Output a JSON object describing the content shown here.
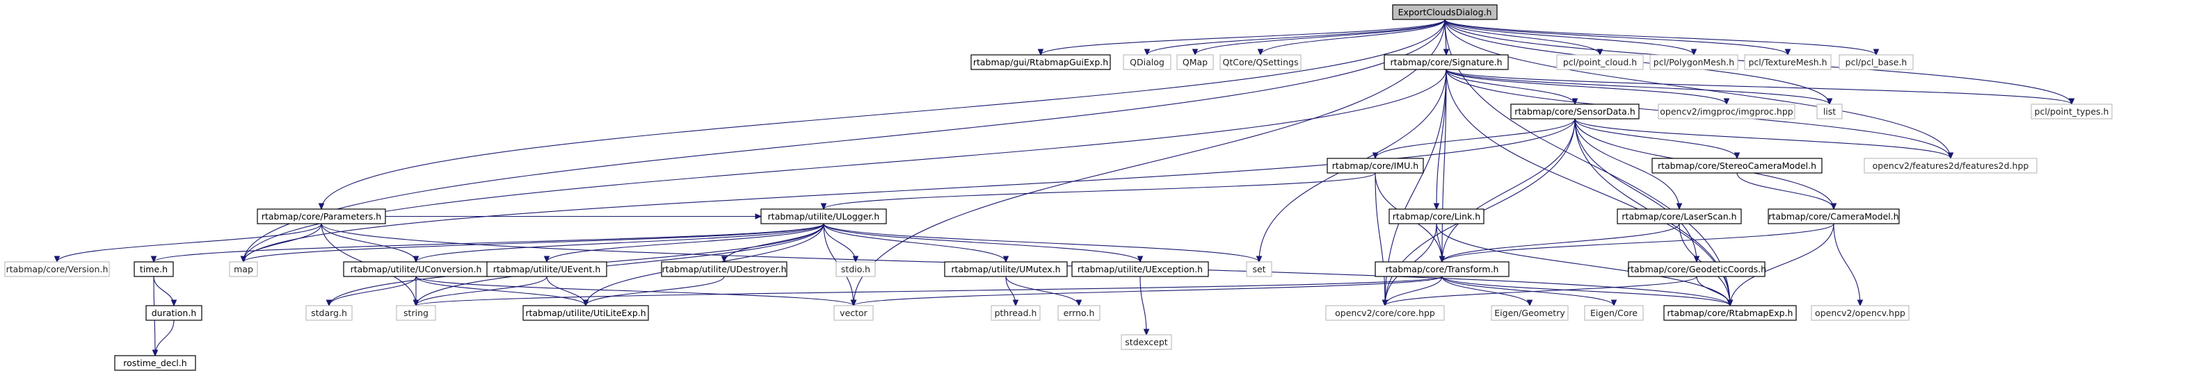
{
  "colors": {
    "edge": "#191970",
    "root_fill": "#bfbfbf",
    "documented_border": "#000000",
    "external_border": "#bfbfbf"
  },
  "nodes": [
    {
      "id": "root",
      "label": "ExportCloudsDialog.h",
      "kind": "root"
    },
    {
      "id": "guiexp",
      "label": "rtabmap/gui/RtabmapGuiExp.h",
      "kind": "doc"
    },
    {
      "id": "qdialog",
      "label": "QDialog",
      "kind": "ext"
    },
    {
      "id": "qmap",
      "label": "QMap",
      "kind": "ext"
    },
    {
      "id": "qsettings",
      "label": "QtCore/QSettings",
      "kind": "ext"
    },
    {
      "id": "signature",
      "label": "rtabmap/core/Signature.h",
      "kind": "doc"
    },
    {
      "id": "pclcloud",
      "label": "pcl/point_cloud.h",
      "kind": "ext"
    },
    {
      "id": "pclpoly",
      "label": "pcl/PolygonMesh.h",
      "kind": "ext"
    },
    {
      "id": "pcltex",
      "label": "pcl/TextureMesh.h",
      "kind": "ext"
    },
    {
      "id": "pclbase",
      "label": "pcl/pcl_base.h",
      "kind": "ext"
    },
    {
      "id": "sensordata",
      "label": "rtabmap/core/SensorData.h",
      "kind": "doc"
    },
    {
      "id": "imgproc",
      "label": "opencv2/imgproc/imgproc.hpp",
      "kind": "ext"
    },
    {
      "id": "list",
      "label": "list",
      "kind": "ext"
    },
    {
      "id": "pcltypes",
      "label": "pcl/point_types.h",
      "kind": "ext"
    },
    {
      "id": "features2d",
      "label": "opencv2/features2d/features2d.hpp",
      "kind": "ext"
    },
    {
      "id": "imu",
      "label": "rtabmap/core/IMU.h",
      "kind": "doc"
    },
    {
      "id": "stereocam",
      "label": "rtabmap/core/StereoCameraModel.h",
      "kind": "doc"
    },
    {
      "id": "params",
      "label": "rtabmap/core/Parameters.h",
      "kind": "doc"
    },
    {
      "id": "ulogger",
      "label": "rtabmap/utilite/ULogger.h",
      "kind": "doc"
    },
    {
      "id": "link",
      "label": "rtabmap/core/Link.h",
      "kind": "doc"
    },
    {
      "id": "laserscan",
      "label": "rtabmap/core/LaserScan.h",
      "kind": "doc"
    },
    {
      "id": "cameramodel",
      "label": "rtabmap/core/CameraModel.h",
      "kind": "doc"
    },
    {
      "id": "version",
      "label": "rtabmap/core/Version.h",
      "kind": "ext"
    },
    {
      "id": "timeh",
      "label": "time.h",
      "kind": "doc"
    },
    {
      "id": "map",
      "label": "map",
      "kind": "ext"
    },
    {
      "id": "uconversion",
      "label": "rtabmap/utilite/UConversion.h",
      "kind": "doc"
    },
    {
      "id": "uevent",
      "label": "rtabmap/utilite/UEvent.h",
      "kind": "doc"
    },
    {
      "id": "udestroyer",
      "label": "rtabmap/utilite/UDestroyer.h",
      "kind": "doc"
    },
    {
      "id": "stdio",
      "label": "stdio.h",
      "kind": "ext"
    },
    {
      "id": "umutex",
      "label": "rtabmap/utilite/UMutex.h",
      "kind": "doc"
    },
    {
      "id": "uexception",
      "label": "rtabmap/utilite/UException.h",
      "kind": "doc"
    },
    {
      "id": "set",
      "label": "set",
      "kind": "ext"
    },
    {
      "id": "transform",
      "label": "rtabmap/core/Transform.h",
      "kind": "doc"
    },
    {
      "id": "geodetic",
      "label": "rtabmap/core/GeodeticCoords.h",
      "kind": "doc"
    },
    {
      "id": "opencvhpp",
      "label": "opencv2/opencv.hpp",
      "kind": "ext"
    },
    {
      "id": "duration",
      "label": "duration.h",
      "kind": "doc"
    },
    {
      "id": "stdarg",
      "label": "stdarg.h",
      "kind": "ext"
    },
    {
      "id": "string",
      "label": "string",
      "kind": "ext"
    },
    {
      "id": "utilite",
      "label": "rtabmap/utilite/UtiLiteExp.h",
      "kind": "doc"
    },
    {
      "id": "vector",
      "label": "vector",
      "kind": "ext"
    },
    {
      "id": "pthread",
      "label": "pthread.h",
      "kind": "ext"
    },
    {
      "id": "errno",
      "label": "errno.h",
      "kind": "ext"
    },
    {
      "id": "stdexcept",
      "label": "stdexcept",
      "kind": "ext"
    },
    {
      "id": "opencvcore",
      "label": "opencv2/core/core.hpp",
      "kind": "ext"
    },
    {
      "id": "eigengeo",
      "label": "Eigen/Geometry",
      "kind": "ext"
    },
    {
      "id": "eigencore",
      "label": "Eigen/Core",
      "kind": "ext"
    },
    {
      "id": "rtabmapexp",
      "label": "rtabmap/core/RtabmapExp.h",
      "kind": "doc"
    },
    {
      "id": "rostime",
      "label": "rostime_decl.h",
      "kind": "doc"
    }
  ],
  "edges": [
    [
      "root",
      "guiexp"
    ],
    [
      "root",
      "qdialog"
    ],
    [
      "root",
      "qmap"
    ],
    [
      "root",
      "qsettings"
    ],
    [
      "root",
      "signature"
    ],
    [
      "root",
      "pclcloud"
    ],
    [
      "root",
      "pclpoly"
    ],
    [
      "root",
      "pcltex"
    ],
    [
      "root",
      "pclbase"
    ],
    [
      "root",
      "pcltypes"
    ],
    [
      "root",
      "params"
    ],
    [
      "root",
      "map"
    ],
    [
      "root",
      "vector"
    ],
    [
      "root",
      "features2d"
    ],
    [
      "root",
      "rtabmapexp"
    ],
    [
      "root",
      "list"
    ],
    [
      "signature",
      "sensordata"
    ],
    [
      "signature",
      "imgproc"
    ],
    [
      "signature",
      "list"
    ],
    [
      "signature",
      "pcltypes"
    ],
    [
      "signature",
      "features2d"
    ],
    [
      "signature",
      "link"
    ],
    [
      "signature",
      "transform"
    ],
    [
      "signature",
      "set"
    ],
    [
      "signature",
      "opencvcore"
    ],
    [
      "signature",
      "rtabmapexp"
    ],
    [
      "signature",
      "map"
    ],
    [
      "sensordata",
      "imu"
    ],
    [
      "sensordata",
      "stereocam"
    ],
    [
      "sensordata",
      "laserscan"
    ],
    [
      "sensordata",
      "cameramodel"
    ],
    [
      "sensordata",
      "geodetic"
    ],
    [
      "sensordata",
      "transform"
    ],
    [
      "sensordata",
      "opencvcore"
    ],
    [
      "sensordata",
      "features2d"
    ],
    [
      "sensordata",
      "rtabmapexp"
    ],
    [
      "sensordata",
      "map"
    ],
    [
      "imu",
      "ulogger"
    ],
    [
      "imu",
      "opencvcore"
    ],
    [
      "imu",
      "transform"
    ],
    [
      "stereocam",
      "cameramodel"
    ],
    [
      "params",
      "version"
    ],
    [
      "params",
      "map"
    ],
    [
      "params",
      "string"
    ],
    [
      "params",
      "uconversion"
    ],
    [
      "params",
      "ulogger"
    ],
    [
      "params",
      "rtabmapexp"
    ],
    [
      "ulogger",
      "timeh"
    ],
    [
      "ulogger",
      "map"
    ],
    [
      "ulogger",
      "uconversion"
    ],
    [
      "ulogger",
      "uevent"
    ],
    [
      "ulogger",
      "udestroyer"
    ],
    [
      "ulogger",
      "stdio"
    ],
    [
      "ulogger",
      "umutex"
    ],
    [
      "ulogger",
      "uexception"
    ],
    [
      "ulogger",
      "set"
    ],
    [
      "ulogger",
      "stdarg"
    ],
    [
      "ulogger",
      "string"
    ],
    [
      "ulogger",
      "utilite"
    ],
    [
      "ulogger",
      "vector"
    ],
    [
      "link",
      "transform"
    ],
    [
      "link",
      "opencvcore"
    ],
    [
      "link",
      "rtabmapexp"
    ],
    [
      "laserscan",
      "transform"
    ],
    [
      "laserscan",
      "rtabmapexp"
    ],
    [
      "cameramodel",
      "transform"
    ],
    [
      "cameramodel",
      "opencvhpp"
    ],
    [
      "cameramodel",
      "rtabmapexp"
    ],
    [
      "timeh",
      "duration"
    ],
    [
      "timeh",
      "rostime"
    ],
    [
      "duration",
      "rostime"
    ],
    [
      "uconversion",
      "stdarg"
    ],
    [
      "uconversion",
      "string"
    ],
    [
      "uconversion",
      "utilite"
    ],
    [
      "uconversion",
      "vector"
    ],
    [
      "uevent",
      "string"
    ],
    [
      "uevent",
      "utilite"
    ],
    [
      "udestroyer",
      "utilite"
    ],
    [
      "umutex",
      "pthread"
    ],
    [
      "umutex",
      "errno"
    ],
    [
      "uexception",
      "stdexcept"
    ],
    [
      "transform",
      "vector"
    ],
    [
      "transform",
      "string"
    ],
    [
      "transform",
      "opencvcore"
    ],
    [
      "transform",
      "eigengeo"
    ],
    [
      "transform",
      "eigencore"
    ],
    [
      "transform",
      "rtabmapexp"
    ],
    [
      "geodetic",
      "opencvcore"
    ],
    [
      "geodetic",
      "rtabmapexp"
    ]
  ]
}
